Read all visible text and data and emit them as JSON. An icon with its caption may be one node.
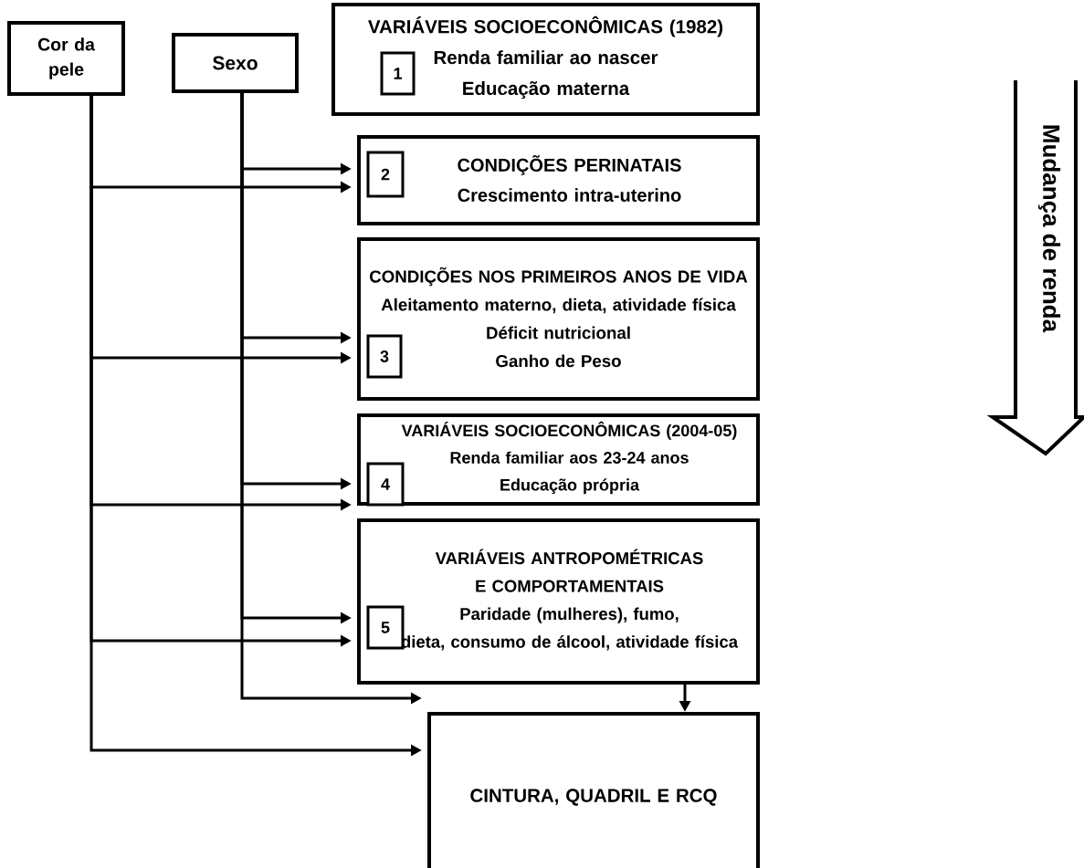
{
  "diagram": {
    "nodes": [
      {
        "text": [
          "Cor da pele"
        ]
      },
      {
        "text": [
          "Sexo"
        ]
      },
      {
        "text": [
          "VARIÁVEIS SOCIOECONÔMICAS (1982)",
          "Renda familiar ao nascer",
          "Educação materna"
        ]
      },
      {
        "text": [
          "1"
        ],
        "in": 2
      },
      {
        "text": [
          "CONDIÇÕES PERINATAIS",
          "Crescimento intra-uterino"
        ]
      },
      {
        "text": [
          "2"
        ],
        "in": 4
      },
      {
        "text": [
          "CONDIÇÕES NOS PRIMEIROS ANOS DE VIDA",
          "Aleitamento materno, dieta, atividade física",
          "Déficit nutricional",
          "Ganho de Peso"
        ]
      },
      {
        "text": [
          "3"
        ],
        "in": 6
      },
      {
        "text": [
          "VARIÁVEIS SOCIOECONÔMICAS (2004-05)",
          "Renda familiar aos 23-24 anos",
          "Educação própria"
        ]
      },
      {
        "text": [
          "4"
        ],
        "in": 8
      },
      {
        "text": [
          "VARIÁVEIS ANTROPOMÉTRICAS E COMPORTAMENTAIS",
          "Paridade (mulheres), fumo,",
          "dieta, consumo de álcool, atividade física"
        ]
      },
      {
        "text": [
          "5"
        ],
        "in": 10
      },
      {
        "text": [
          "CINTURA, QUADRIL E RCQ"
        ]
      },
      {
        "text": [
          "Mudança de renda"
        ]
      }
    ],
    "edges": [
      {
        "from": 1,
        "to": 4,
        "arrow": "to"
      },
      {
        "from": 0,
        "to": 4,
        "arrow": "to"
      },
      {
        "from": 1,
        "to": 6,
        "arrow": "to"
      },
      {
        "from": 0,
        "to": 6,
        "arrow": "to"
      },
      {
        "from": 1,
        "to": 8,
        "arrow": "to"
      },
      {
        "from": 0,
        "to": 8,
        "arrow": "to"
      },
      {
        "from": 1,
        "to": 10,
        "arrow": "to"
      },
      {
        "from": 0,
        "to": 10,
        "arrow": "to"
      },
      {
        "from": 10,
        "to": 12,
        "arrow": "to"
      },
      {
        "from": 1,
        "to": 12,
        "arrow": "to"
      },
      {
        "from": 0,
        "to": 12,
        "arrow": "to"
      }
    ]
  }
}
